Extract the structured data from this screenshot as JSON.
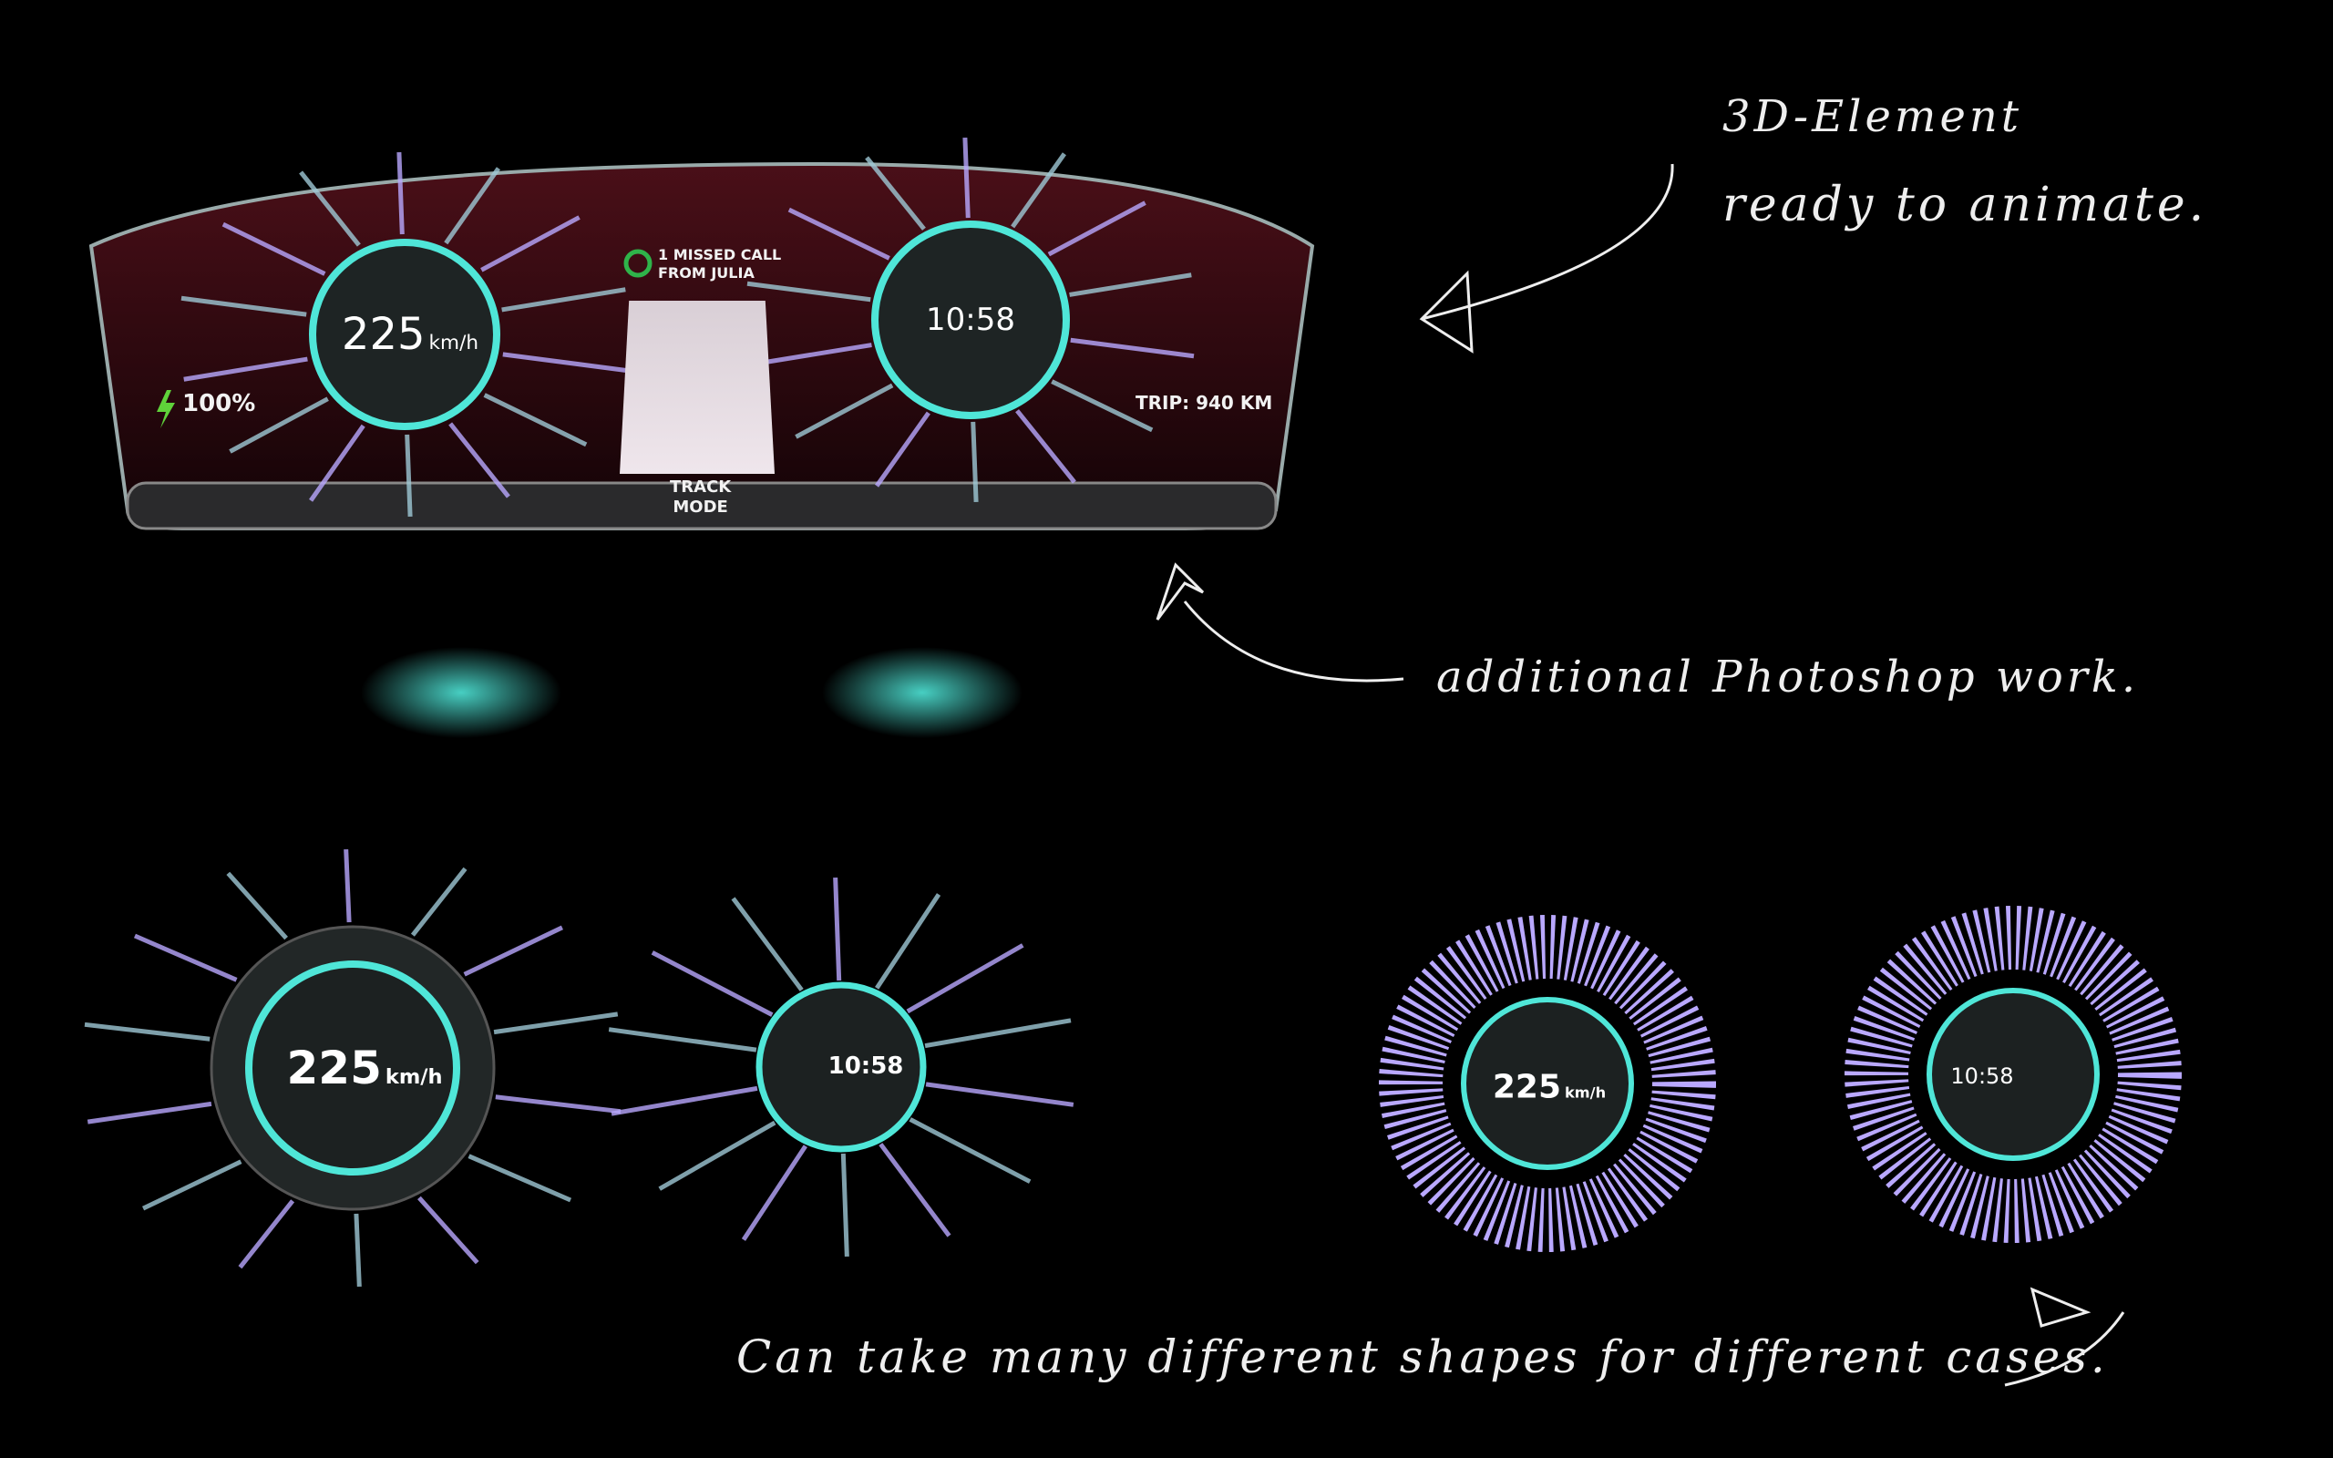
{
  "dashboard": {
    "speed_value": "225",
    "speed_unit": "km/h",
    "clock": "10:58",
    "notification_line1": "1 MISSED CALL",
    "notification_line2": "FROM JULIA",
    "battery": "100%",
    "trip": "TRIP: 940 KM",
    "mode_line1": "TRACK",
    "mode_line2": "MODE"
  },
  "variant_bottom_left": {
    "speed_value": "225",
    "speed_unit": "km/h",
    "clock": "10:58"
  },
  "variant_bottom_right": {
    "speed_value": "225",
    "speed_unit": "km/h",
    "clock": "10:58"
  },
  "annotations": {
    "line1": "3D-Element",
    "line2": "ready to animate.",
    "photoshop": "additional Photoshop work.",
    "shapes": "Can take many different shapes for different cases."
  },
  "colors": {
    "accent": "#4fe6d8",
    "ring": "#b9a8ff",
    "battery": "#5fd23a",
    "call": "#2fb34a",
    "panel": "#3a0c12"
  }
}
